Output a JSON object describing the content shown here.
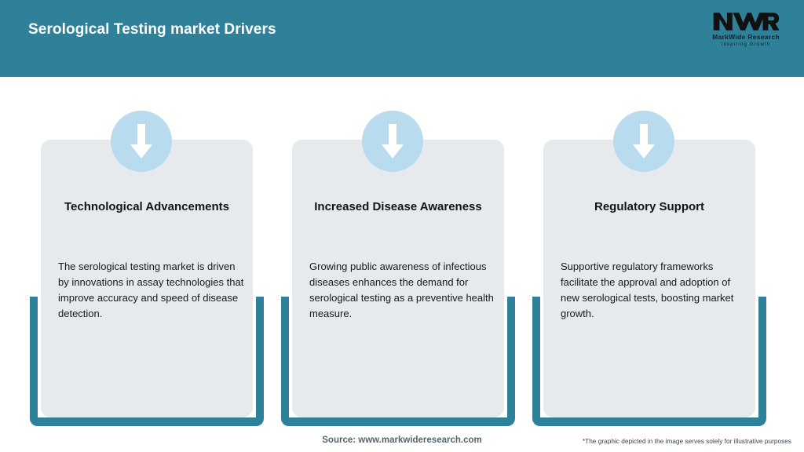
{
  "header": {
    "title": "Serological Testing market Drivers",
    "background_color": "#2e8199",
    "title_color": "#ffffff"
  },
  "logo": {
    "mark": "MWR",
    "name": "MarkWide Research",
    "tagline": "Inspiring Growth"
  },
  "theme": {
    "accent_teal": "#2e8199",
    "card_gray": "#e6eaec",
    "circle_blue": "#b8dced",
    "arrow_white": "#ffffff",
    "page_background": "#ffffff"
  },
  "cards": [
    {
      "icon": "arrow-down-icon",
      "title": "Technological Advancements",
      "body": "The serological testing market is driven by innovations in assay technologies that improve accuracy and speed of disease detection."
    },
    {
      "icon": "arrow-down-icon",
      "title": "Increased Disease Awareness",
      "body": "Growing public awareness of infectious diseases enhances the demand for serological testing as a preventive health measure."
    },
    {
      "icon": "arrow-down-icon",
      "title": "Regulatory Support",
      "body": "Supportive regulatory frameworks facilitate the approval and adoption of new serological tests, boosting market growth."
    }
  ],
  "footer": {
    "source": "Source: www.markwideresearch.com",
    "disclaimer": "*The graphic depicted in the image serves solely for illustrative purposes"
  }
}
